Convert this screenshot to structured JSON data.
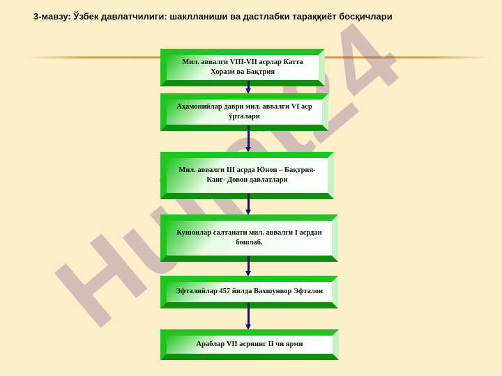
{
  "title": "3-мавзу: Ўзбек  давлатчилиги: шаклланиши ва дастлабки тараққиёт босқичлари",
  "watermark_text": "Hujjat24",
  "colors": {
    "background": "#fcefc9",
    "box_green": "#1fc41f",
    "box_dark_green": "#0e8f0e",
    "arrow": "#13136b",
    "watermark": "#6a3c8a"
  },
  "steps": [
    {
      "text": "Мил. аввалги VIII-VII асрлар Катта Хоразм ва Бақтрия"
    },
    {
      "text": "Аҳамонийлар даври мил. аввалги VI аср ўрталари"
    },
    {
      "text": "Мил. аввалги III асрда Юнон – Бақтрия- Канғ- Довон давлатлари"
    },
    {
      "text": "Кушонлар салтанати  мил. аввалги I асрдан бошлаб."
    },
    {
      "text": "Эфталийлар  457 йилда Вахшунвор Эфталон"
    },
    {
      "text": "Араблар VII асрнинг II чи ярми"
    }
  ]
}
